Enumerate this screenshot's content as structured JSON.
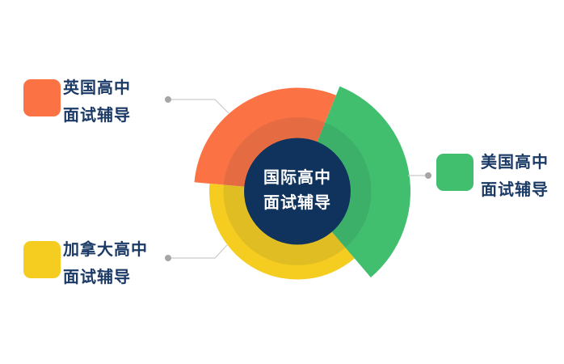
{
  "theme": {
    "background": "#FFFFFF",
    "label_color": "#1B3A66",
    "connector_color": "#CBCBCB",
    "dot_color": "#A6A6A6",
    "center_color": "#0F335C"
  },
  "chart": {
    "type": "rose-pie",
    "center_label": {
      "line1": "国际高中",
      "line2": "面试辅导"
    },
    "segments": [
      {
        "id": "uk-high-school",
        "label": "英国高中面试辅导",
        "color": "#FB7345",
        "start_angle": 68,
        "end_angle": 175,
        "radius": 128
      },
      {
        "id": "canada-high-school",
        "label": "加拿大高中面试辅导",
        "color": "#F5CD21",
        "start_angle": 175,
        "end_angle": 310.5,
        "radius": 109
      },
      {
        "id": "usa-high-school",
        "label": "美国高中面试辅导",
        "color": "#41BE6E",
        "start_angle": 310.5,
        "end_angle": 428,
        "radius": 140
      }
    ]
  },
  "legends": {
    "uk": {
      "line1": "英国高中",
      "line2": "面试辅导",
      "color": "#FB7345"
    },
    "usa": {
      "line1": "美国高中",
      "line2": "面试辅导",
      "color": "#41BE6E"
    },
    "canada": {
      "line1": "加拿大高中",
      "line2": "面试辅导",
      "color": "#F5CD21"
    }
  }
}
